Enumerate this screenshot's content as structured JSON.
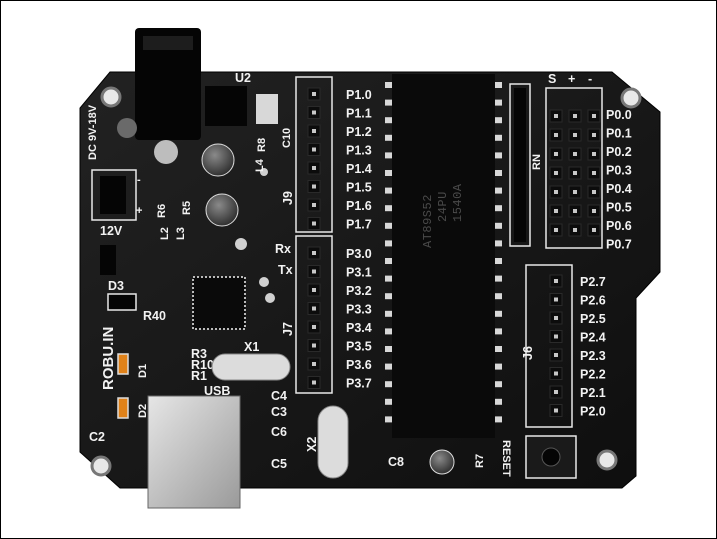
{
  "board": {
    "brand": "ROBU.IN",
    "power_label": "DC 9V-18V",
    "power_polarity": [
      "-",
      "+"
    ],
    "jumper_12v": "12V",
    "port0_labels": [
      "P0.0",
      "P0.1",
      "P0.2",
      "P0.3",
      "P0.4",
      "P0.5",
      "P0.6",
      "P0.7"
    ],
    "port1_labels": [
      "P1.0",
      "P1.1",
      "P1.2",
      "P1.3",
      "P1.4",
      "P1.5",
      "P1.6",
      "P1.7"
    ],
    "port3_labels": [
      "P3.0",
      "P3.1",
      "P3.2",
      "P3.3",
      "P3.4",
      "P3.5",
      "P3.6",
      "P3.7"
    ],
    "port2_labels": [
      "P2.7",
      "P2.6",
      "P2.5",
      "P2.4",
      "P2.3",
      "P2.2",
      "P2.1",
      "P2.0"
    ],
    "servo_header": [
      "S",
      "+",
      "-"
    ],
    "uart": [
      "Rx",
      "Tx"
    ],
    "designators": {
      "u2": "U2",
      "j9": "J9",
      "j7": "J7",
      "j6": "J6",
      "rn": "RN",
      "c10": "C10",
      "r8": "R8",
      "l4": "L4",
      "r6": "R6",
      "r5": "R5",
      "l2": "L2",
      "l3": "L3",
      "d3": "D3",
      "r40": "R40",
      "x1": "X1",
      "x2": "X2",
      "r3": "R3",
      "r10": "R10",
      "r1": "R1",
      "d1": "D1",
      "d2": "D2",
      "c2": "C2",
      "c3": "C3",
      "c4": "C4",
      "c5": "C5",
      "c6": "C6",
      "c8": "C8",
      "r7": "R7",
      "usb": "USB",
      "reset": "RESET"
    },
    "mcu_marking": [
      "AT89S52",
      "24PU",
      "1540A"
    ],
    "colors": {
      "pcb": "#161616",
      "silkscreen": "#f2f2f2",
      "header": "#0c0c0c",
      "pin": "#c8c8c8",
      "usb_shell": "#cfcfcf",
      "led": "#e0821a"
    }
  }
}
